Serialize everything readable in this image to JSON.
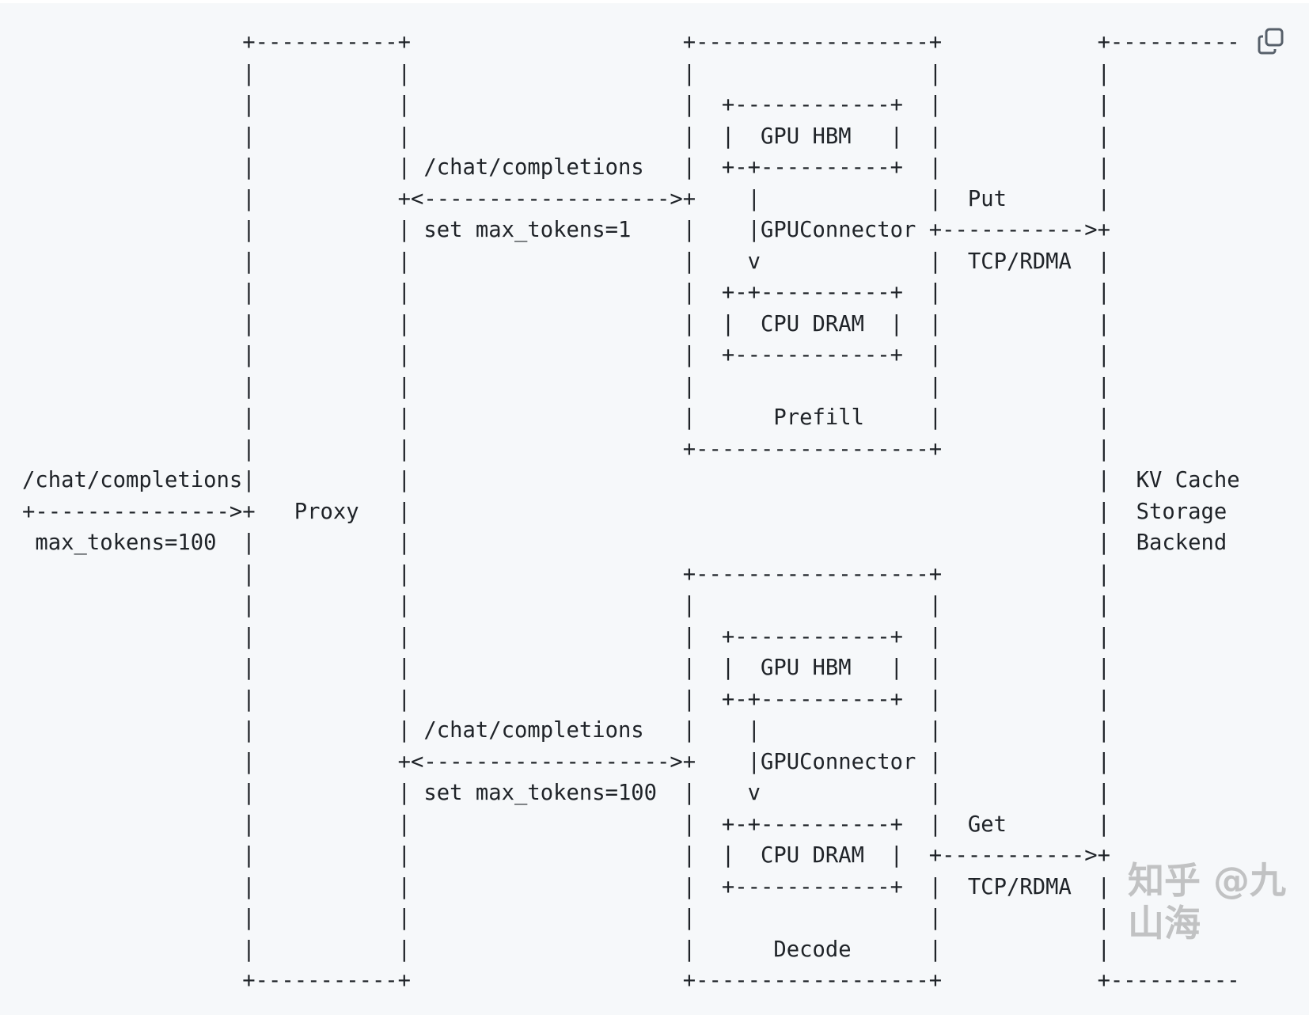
{
  "diagram": {
    "lines": [
      "                 +-----------+                     +------------------+            +----------",
      "                 |           |                     |                  |            |",
      "                 |           |                     |  +------------+  |            |",
      "                 |           |                     |  |  GPU HBM   |  |            |",
      "                 |           | /chat/completions   |  +-+----------+  |            |",
      "                 |           +<------------------->+    |             |  Put       |",
      "                 |           | set max_tokens=1    |    |GPUConnector +----------->+",
      "                 |           |                     |    v             |  TCP/RDMA  |",
      "                 |           |                     |  +-+----------+  |            |",
      "                 |           |                     |  |  CPU DRAM  |  |            |",
      "                 |           |                     |  +------------+  |            |",
      "                 |           |                     |                  |            |",
      "                 |           |                     |      Prefill     |            |",
      "                 |           |                     +------------------+            |",
      "/chat/completions|           |                                                     |  KV Cache",
      "+--------------->+   Proxy   |                                                     |  Storage",
      " max_tokens=100  |           |                                                     |  Backend",
      "                 |           |                     +------------------+            |",
      "                 |           |                     |                  |            |",
      "                 |           |                     |  +------------+  |            |",
      "                 |           |                     |  |  GPU HBM   |  |            |",
      "                 |           |                     |  +-+----------+  |            |",
      "                 |           | /chat/completions   |    |             |            |",
      "                 |           +<------------------->+    |GPUConnector |            |",
      "                 |           | set max_tokens=100  |    v             |            |",
      "                 |           |                     |  +-+----------+  |  Get       |",
      "                 |           |                     |  |  CPU DRAM  |  +----------->+",
      "                 |           |                     |  +------------+  |  TCP/RDMA  |",
      "                 |           |                     |                  |            |",
      "                 |           |                     |      Decode      |            |",
      "                 +-----------+                     +------------------+            +----------"
    ]
  },
  "toolbar": {
    "copy_icon": "copy-icon"
  },
  "watermark": "知乎 @九山海",
  "colors": {
    "background": "#f6f8fa",
    "text": "#1f2328",
    "icon": "#57606a"
  }
}
